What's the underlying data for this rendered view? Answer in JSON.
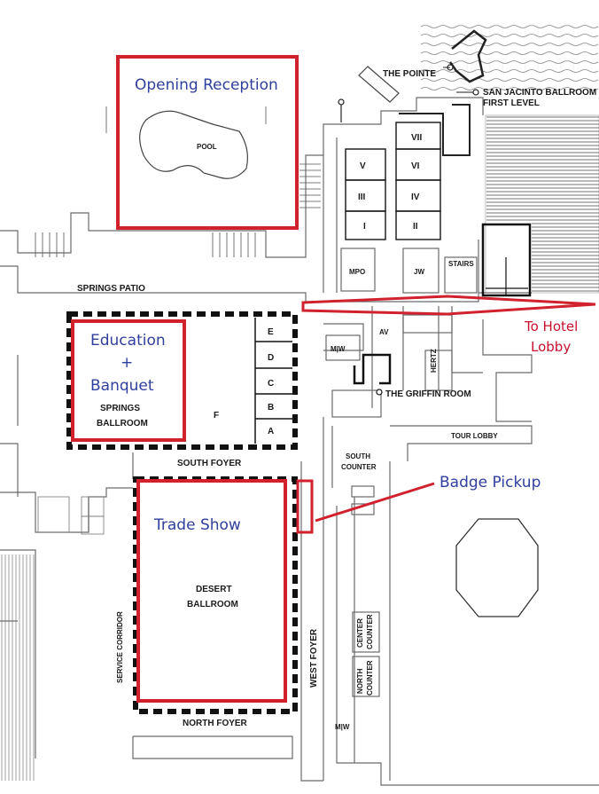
{
  "colors": {
    "highlight": "#d0212d",
    "annotation_blue": "#2f3f9e",
    "annotation_red": "#c8102e",
    "wall": "#6a6a6a"
  },
  "annotations": {
    "opening_reception": "Opening Reception",
    "education_line1": "Education",
    "education_line2": "+",
    "education_line3": "Banquet",
    "trade_show": "Trade Show",
    "badge_pickup": "Badge Pickup",
    "to_hotel_line1": "To Hotel",
    "to_hotel_line2": "Lobby"
  },
  "labels": {
    "pool": "POOL",
    "the_pointe": "THE POINTE",
    "san_jacinto_line1": "SAN JACINTO BALLROOM",
    "san_jacinto_line2": "FIRST LEVEL",
    "rooms": [
      "VII",
      "V",
      "VI",
      "III",
      "IV",
      "I",
      "II"
    ],
    "mpo": "MPO",
    "jw": "JW",
    "stairs": "STAIRS",
    "springs_patio": "SPRINGS PATIO",
    "springs_ballroom_line1": "SPRINGS",
    "springs_ballroom_line2": "BALLROOM",
    "section_f": "F",
    "sections": [
      "E",
      "D",
      "C",
      "B",
      "A"
    ],
    "mw": "M|W",
    "av": "AV",
    "hertz": "HERTZ",
    "griffin_room": "THE GRIFFIN ROOM",
    "tour_lobby": "TOUR LOBBY",
    "south_foyer": "SOUTH FOYER",
    "south_counter_line1": "SOUTH",
    "south_counter_line2": "COUNTER",
    "desert_ballroom_line1": "DESERT",
    "desert_ballroom_line2": "BALLROOM",
    "service_corridor": "SERVICE CORRIDOR",
    "west_foyer": "WEST FOYER",
    "center_counter_line1": "CENTER",
    "center_counter_line2": "COUNTER",
    "north_counter_line1": "NORTH",
    "north_counter_line2": "COUNTER",
    "north_foyer": "NORTH FOYER",
    "mw_bottom": "M|W"
  }
}
